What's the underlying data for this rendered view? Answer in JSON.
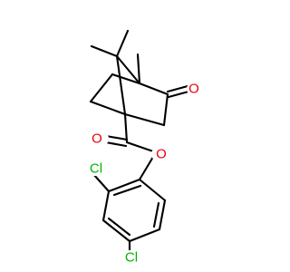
{
  "molecule": {
    "atoms": {
      "ketone_oxygen": {
        "symbol": "O",
        "color": "#e8000b"
      },
      "carbonyl_oxygen": {
        "symbol": "O",
        "color": "#e8000b"
      },
      "ester_oxygen": {
        "symbol": "O",
        "color": "#e8000b"
      },
      "chlorine_ortho": {
        "symbol": "Cl",
        "color": "#00b300"
      },
      "chlorine_para": {
        "symbol": "Cl",
        "color": "#00b300"
      }
    },
    "bond_color": "#000000"
  }
}
